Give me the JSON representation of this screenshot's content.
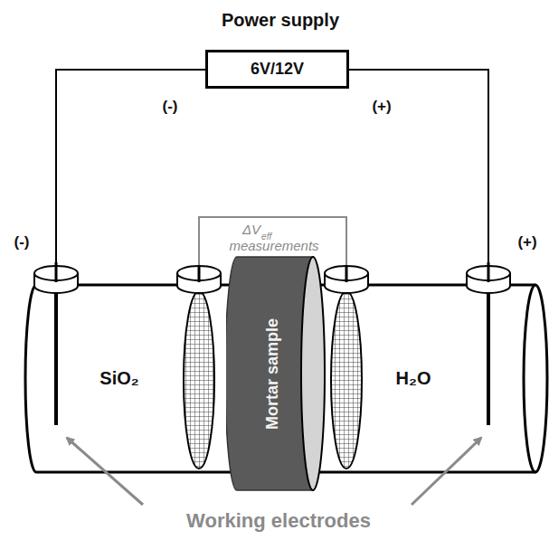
{
  "diagram": {
    "title": "Power supply",
    "nodes": [
      {
        "text": [
          "6V/12V"
        ]
      },
      {
        "text": [
          "Mortar sample"
        ]
      }
    ],
    "labels": [
      "(-)",
      "(+)",
      "(-)",
      "(+)",
      "ΔV",
      "eff",
      "measurements",
      "SiO₂",
      "H₂O",
      "Working electrodes"
    ]
  }
}
